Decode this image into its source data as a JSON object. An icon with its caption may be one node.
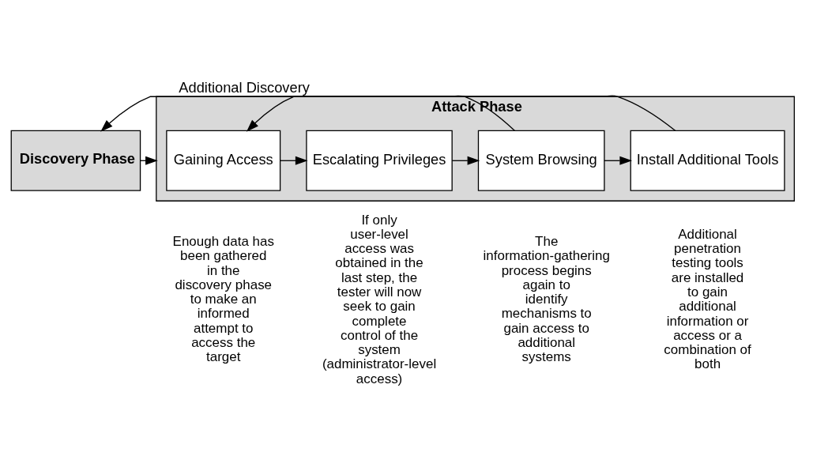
{
  "diagram": {
    "nodes": [
      {
        "text": [
          "Discovery Phase"
        ]
      },
      {
        "text": [
          "Attack Phase"
        ]
      },
      {
        "text": [
          "Gaining Access"
        ],
        "in": 1,
        "beside": [
          "Enough data has been gathered in the discovery phase to make an informed attempt to access the target"
        ]
      },
      {
        "text": [
          "Escalating Privileges"
        ],
        "in": 1,
        "beside": [
          "If only user-level access was obtained in the last step, the tester will now seek to gain complete control of the system (administrator-level access)"
        ]
      },
      {
        "text": [
          "System Browsing"
        ],
        "in": 1,
        "beside": [
          "The information-gathering process begins again to identify mechanisms to gain access to additional systems"
        ]
      },
      {
        "text": [
          "Install Additional Tools"
        ],
        "in": 1,
        "beside": [
          "Additional penetration testing tools are installed to gain additional information or access or a combination of both"
        ]
      }
    ],
    "edges": [
      {
        "from": 0,
        "to": 1,
        "arrow": "to"
      },
      {
        "from": 2,
        "to": 3,
        "arrow": "to"
      },
      {
        "from": 3,
        "to": 4,
        "arrow": "to"
      },
      {
        "from": 4,
        "to": 5,
        "arrow": "to"
      },
      {
        "from": 4,
        "to": 0,
        "arrow": "to",
        "label": "Additional Discovery"
      },
      {
        "from": 5,
        "to": 2,
        "arrow": "to"
      }
    ]
  }
}
